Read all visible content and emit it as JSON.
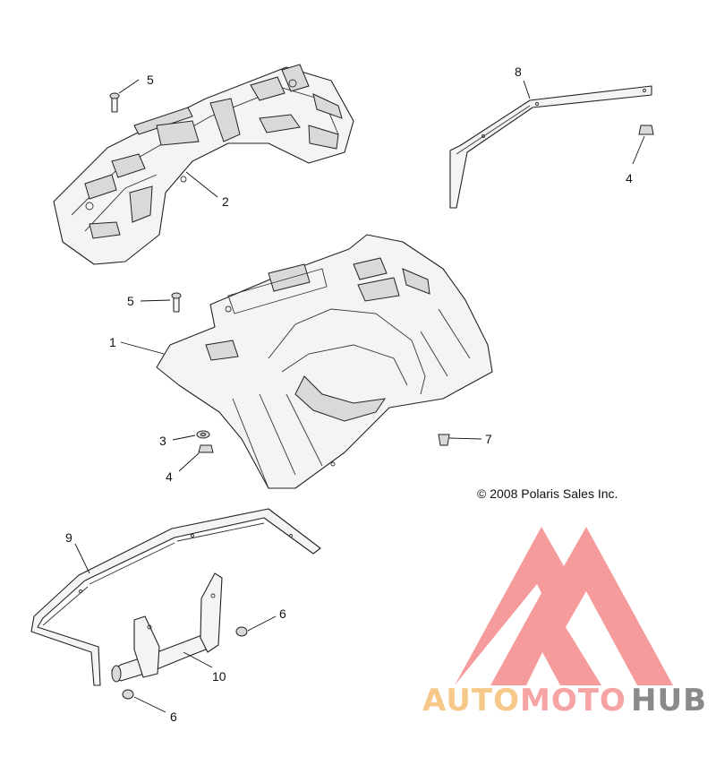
{
  "copyright": "© 2008 Polaris Sales Inc.",
  "callouts": [
    {
      "id": "callout-1",
      "label": "1"
    },
    {
      "id": "callout-2",
      "label": "2"
    },
    {
      "id": "callout-3",
      "label": "3"
    },
    {
      "id": "callout-4a",
      "label": "4"
    },
    {
      "id": "callout-4b",
      "label": "4"
    },
    {
      "id": "callout-5a",
      "label": "5"
    },
    {
      "id": "callout-5b",
      "label": "5"
    },
    {
      "id": "callout-6a",
      "label": "6"
    },
    {
      "id": "callout-6b",
      "label": "6"
    },
    {
      "id": "callout-7",
      "label": "7"
    },
    {
      "id": "callout-8",
      "label": "8"
    },
    {
      "id": "callout-9",
      "label": "9"
    },
    {
      "id": "callout-10",
      "label": "10"
    }
  ],
  "watermark": {
    "part1": "AUTO",
    "part2": "MOTO",
    "part3": "HUB",
    "colors": {
      "auto": "#f6c98a",
      "moto": "#f5a3a3",
      "hub": "#8a8a8a",
      "triangle": "#f48a8a"
    }
  }
}
